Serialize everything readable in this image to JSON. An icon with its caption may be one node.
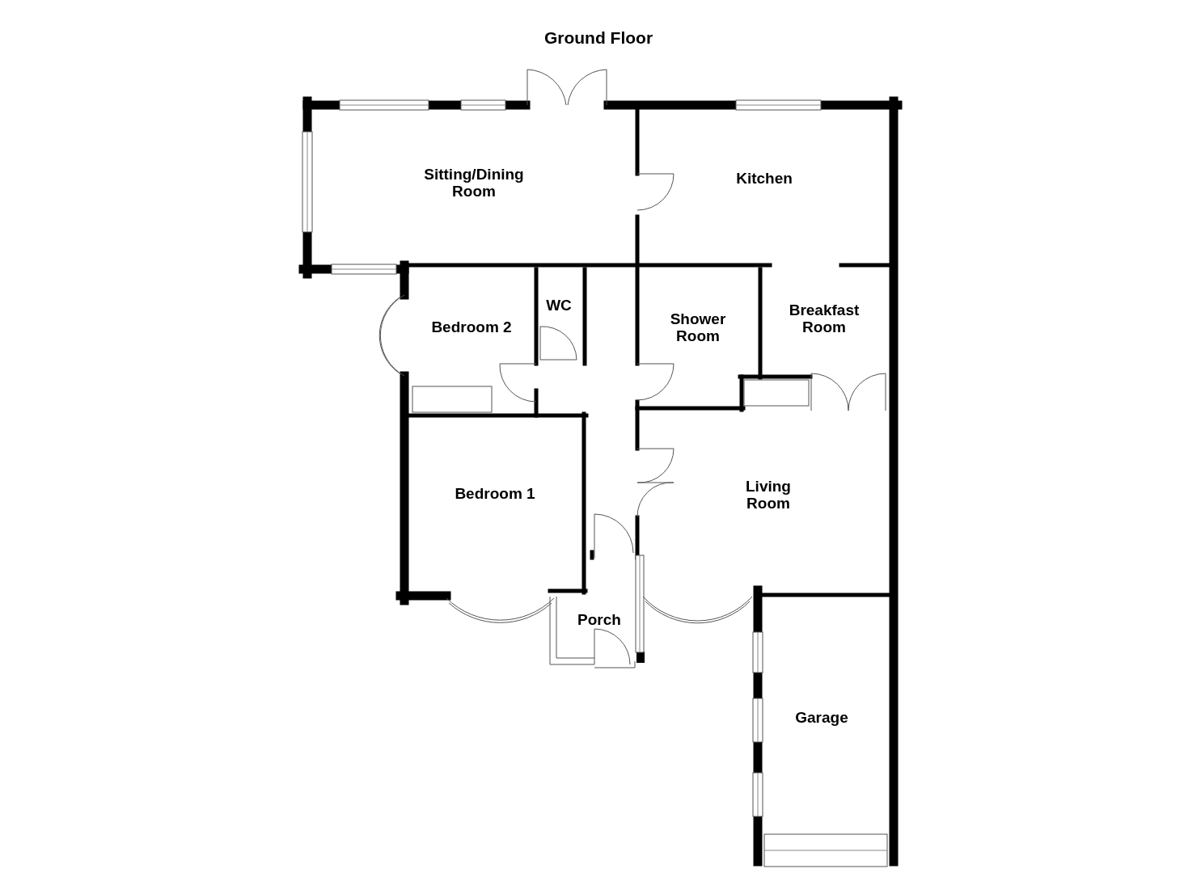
{
  "diagram": {
    "title": "Ground Floor",
    "nodes": [
      {
        "text": [
          "Sitting/Dining Room"
        ]
      },
      {
        "text": [
          "Kitchen"
        ]
      },
      {
        "text": [
          "WC"
        ]
      },
      {
        "text": [
          "Bedroom 2"
        ]
      },
      {
        "text": [
          "Shower Room"
        ]
      },
      {
        "text": [
          "Breakfast Room"
        ]
      },
      {
        "text": [
          "Bedroom 1"
        ]
      },
      {
        "text": [
          "Living Room"
        ]
      },
      {
        "text": [
          "Porch"
        ]
      },
      {
        "text": [
          "Garage"
        ]
      }
    ]
  }
}
